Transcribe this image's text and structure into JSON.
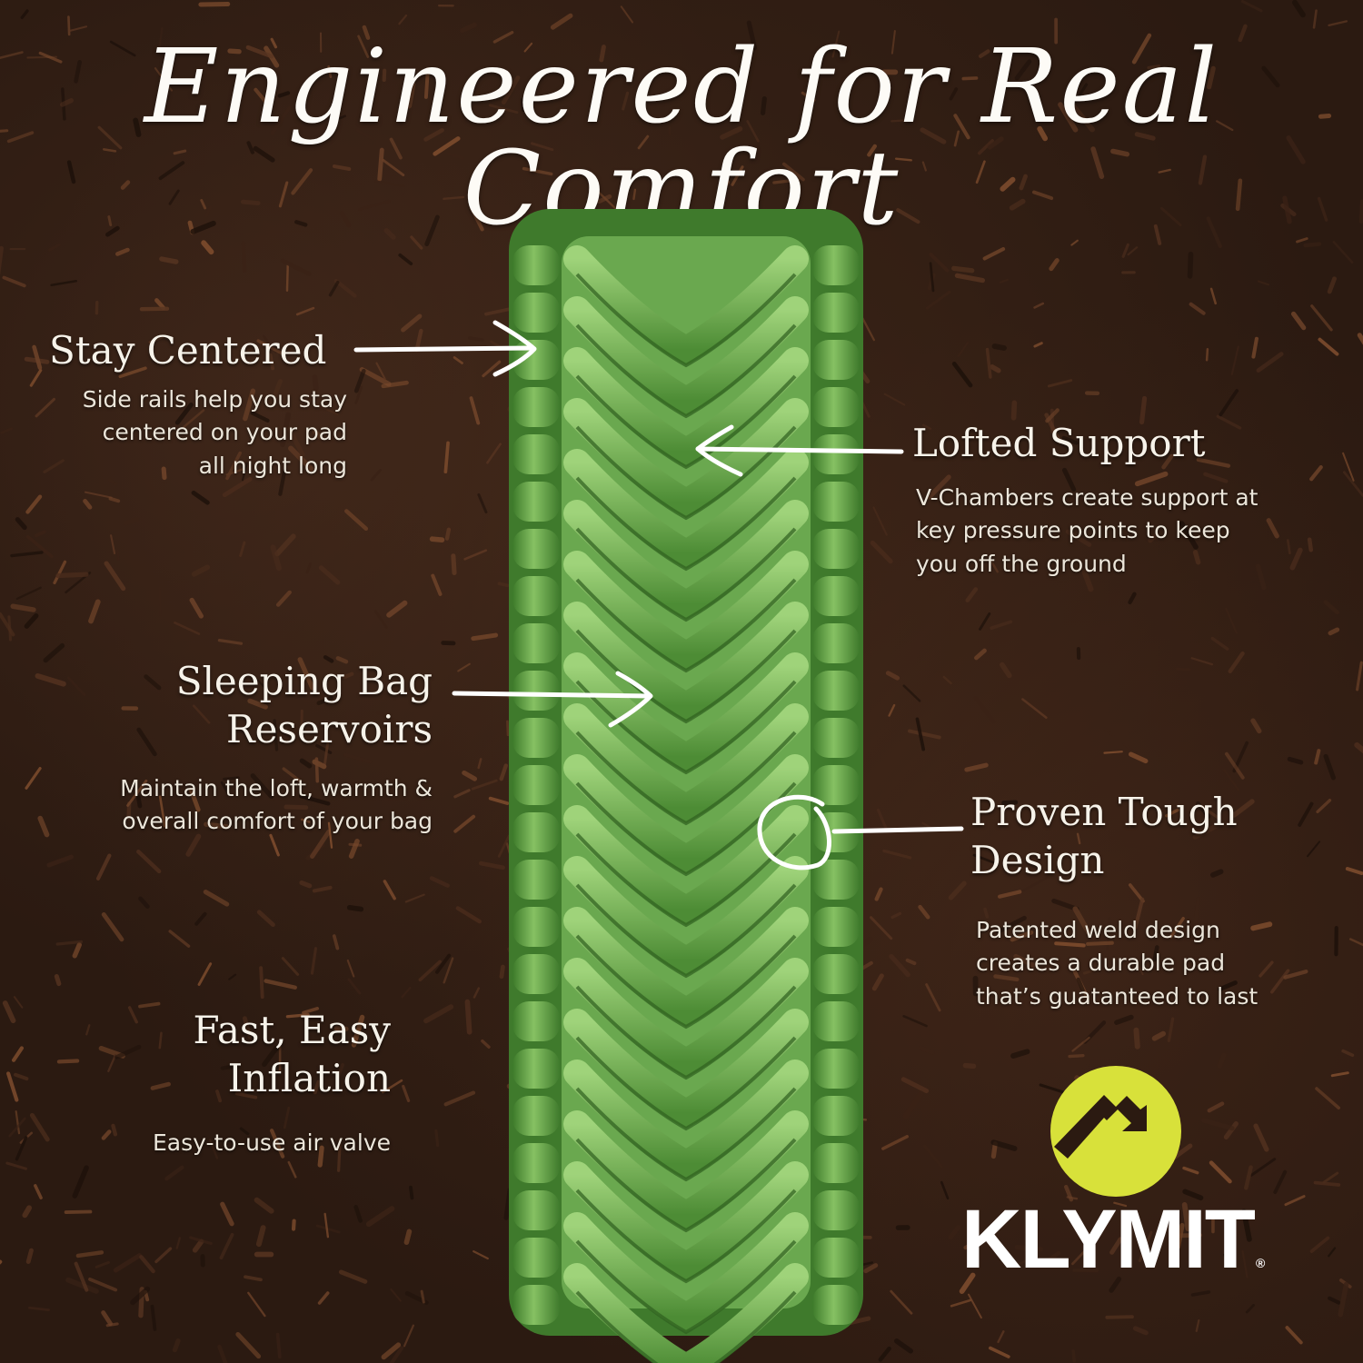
{
  "headline": "Engineered for Real Comfort",
  "colors": {
    "mat_green": "#6aa84f",
    "mat_dark": "#3f7a2c",
    "mat_light": "#8cc46a",
    "logo_yellow": "#d8e13a",
    "soil": "#2b1a11",
    "text": "#f7f3ea"
  },
  "features": {
    "stay_centered": {
      "title": "Stay Centered",
      "desc": [
        "Side rails help you stay",
        "centered on your pad",
        "all night long"
      ]
    },
    "lofted_support": {
      "title": "Lofted Support",
      "desc": [
        "V-Chambers create support at",
        "key pressure points to keep",
        "you off the ground"
      ]
    },
    "sleeping_bag": {
      "title": [
        "Sleeping Bag",
        "Reservoirs"
      ],
      "desc": [
        "Maintain the loft, warmth &",
        "overall comfort of your bag"
      ]
    },
    "proven_tough": {
      "title": [
        "Proven Tough",
        "Design"
      ],
      "desc": [
        "Patented weld design",
        "creates a durable pad",
        "that’s guatanteed to last"
      ]
    },
    "fast_easy": {
      "title": [
        "Fast, Easy",
        "Inflation"
      ],
      "desc": [
        "Easy-to-use air valve"
      ]
    }
  },
  "logo": {
    "wordmark": "KLYMIT",
    "mark": "®",
    "icon": "klymit-mountain-arrow-icon"
  }
}
